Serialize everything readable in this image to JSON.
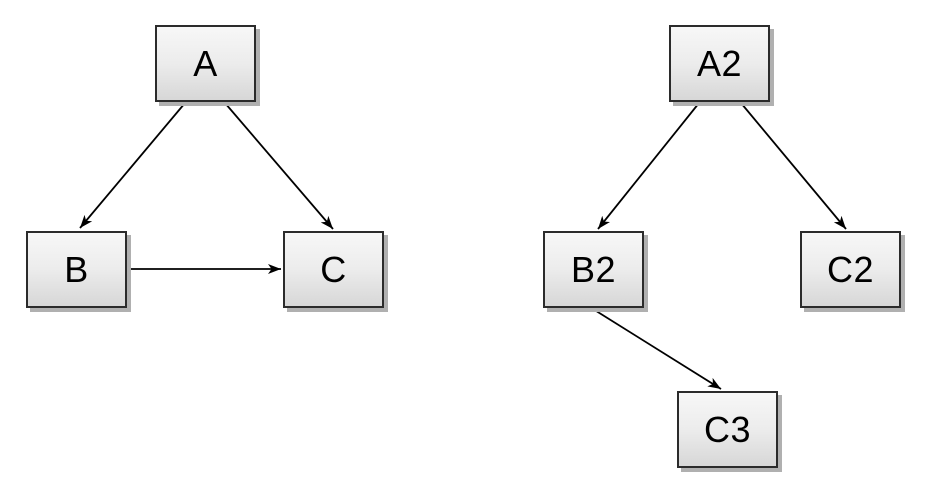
{
  "diagram": {
    "background_color": "#ffffff",
    "node_style": {
      "fill_top": "#f7f7f7",
      "fill_bottom": "#d7d7d7",
      "border_color": "#2b2b2b",
      "shadow_color": "#b0b0b0",
      "text_color": "#000000"
    },
    "edge_style": {
      "line_color": "#000000",
      "arrowhead": "filled-v"
    },
    "left_graph": {
      "nodes": [
        "A",
        "B",
        "C"
      ],
      "edges": [
        {
          "from": "A",
          "to": "B"
        },
        {
          "from": "A",
          "to": "C"
        },
        {
          "from": "B",
          "to": "C"
        }
      ]
    },
    "right_graph": {
      "nodes": [
        "A2",
        "B2",
        "C2",
        "C3"
      ],
      "edges": [
        {
          "from": "A2",
          "to": "B2"
        },
        {
          "from": "A2",
          "to": "C2"
        },
        {
          "from": "B2",
          "to": "C3"
        }
      ]
    },
    "nodes": {
      "A": {
        "label": "A"
      },
      "B": {
        "label": "B"
      },
      "C": {
        "label": "C"
      },
      "A2": {
        "label": "A2"
      },
      "B2": {
        "label": "B2"
      },
      "C2": {
        "label": "C2"
      },
      "C3": {
        "label": "C3"
      }
    }
  }
}
